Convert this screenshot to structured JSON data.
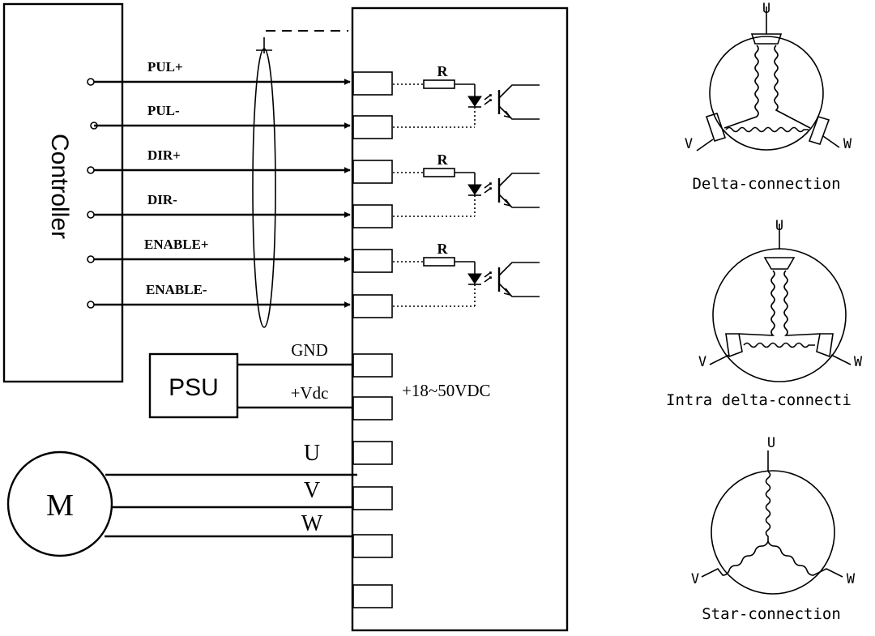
{
  "controller": {
    "label": "Controller"
  },
  "psu": {
    "label": "PSU"
  },
  "motor": {
    "label": "M"
  },
  "signals": [
    "PUL+",
    "PUL-",
    "DIR+",
    "DIR-",
    "ENABLE+",
    "ENABLE-"
  ],
  "resistor_label": "R",
  "power": {
    "gnd": "GND",
    "vdc": "+Vdc",
    "range": "+18~50VDC"
  },
  "phases": [
    "U",
    "V",
    "W"
  ],
  "connections": [
    {
      "caption": "Delta-connection",
      "u": "U",
      "v": "V",
      "w": "W"
    },
    {
      "caption": "Intra delta-connecti",
      "u": "U",
      "v": "V",
      "w": "W"
    },
    {
      "caption": "Star-connection",
      "u": "U",
      "v": "V",
      "w": "W"
    }
  ]
}
